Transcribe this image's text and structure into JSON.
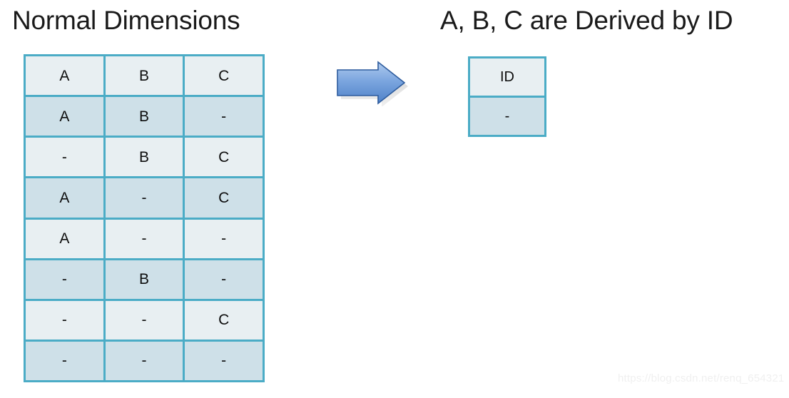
{
  "slide": {
    "background_color": "#ffffff",
    "left_title": "Normal Dimensions",
    "right_title": "A, B, C are Derived by ID",
    "watermark": "https://blog.csdn.net/renq_654321"
  },
  "theme": {
    "border_color": "#4BACC6",
    "row_light_color": "#E8EFF2",
    "row_dark_color": "#CEE0E8",
    "arrow_fill_top": "#A7C5EC",
    "arrow_fill_bottom": "#4F82C8",
    "arrow_border": "#2E5C9E",
    "watermark_color": "#F0F0F0"
  },
  "arrow": {
    "name": "right-arrow",
    "direction": "right"
  },
  "normal_table": {
    "name": "normal-dimensions-table",
    "columns": 3,
    "rows": [
      {
        "shade": "light",
        "cells": [
          "A",
          "B",
          "C"
        ]
      },
      {
        "shade": "dark",
        "cells": [
          "A",
          "B",
          "-"
        ]
      },
      {
        "shade": "light",
        "cells": [
          "-",
          "B",
          "C"
        ]
      },
      {
        "shade": "dark",
        "cells": [
          "A",
          "-",
          "C"
        ]
      },
      {
        "shade": "light",
        "cells": [
          "A",
          "-",
          "-"
        ]
      },
      {
        "shade": "dark",
        "cells": [
          "-",
          "B",
          "-"
        ]
      },
      {
        "shade": "light",
        "cells": [
          "-",
          "-",
          "C"
        ]
      },
      {
        "shade": "dark",
        "cells": [
          "-",
          "-",
          "-"
        ]
      }
    ]
  },
  "derived_table": {
    "name": "derived-id-table",
    "columns": 1,
    "rows": [
      {
        "shade": "light",
        "cells": [
          "ID"
        ]
      },
      {
        "shade": "dark",
        "cells": [
          "-"
        ]
      }
    ]
  }
}
